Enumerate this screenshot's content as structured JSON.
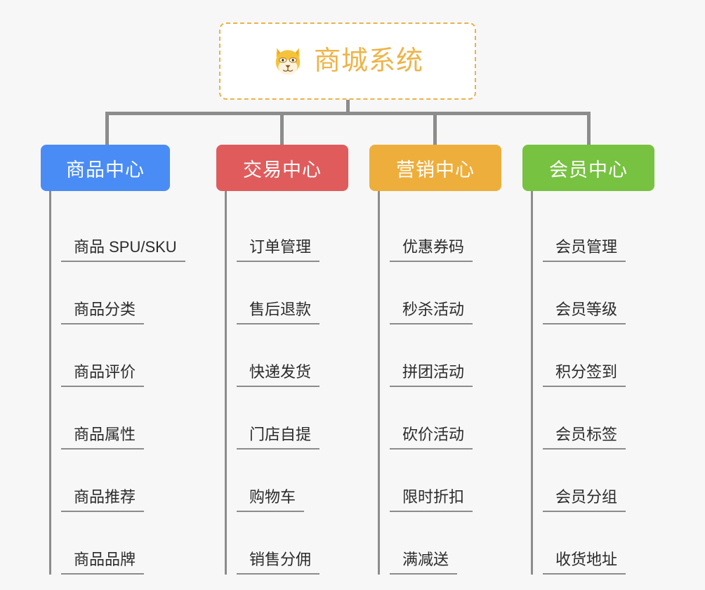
{
  "page": {
    "background_color": "#f7f7f7",
    "diagram_type": "mindmap-org-chart"
  },
  "root": {
    "title": "商城系统",
    "icon": "shiba-dog-face-icon",
    "text_color": "#eeb449",
    "border_color": "#edb14a",
    "background_color": "#ffffff"
  },
  "connector": {
    "color": "#8c8c8c"
  },
  "columns": [
    {
      "id": "product-center",
      "label": "商品中心",
      "color": "#4a8cf5",
      "items": [
        "商品 SPU/SKU",
        "商品分类",
        "商品评价",
        "商品属性",
        "商品推荐",
        "商品品牌"
      ]
    },
    {
      "id": "trade-center",
      "label": "交易中心",
      "color": "#e05c5c",
      "items": [
        "订单管理",
        "售后退款",
        "快递发货",
        "门店自提",
        "购物车",
        "销售分佣"
      ]
    },
    {
      "id": "marketing-center",
      "label": "营销中心",
      "color": "#eeae3c",
      "items": [
        "优惠券码",
        "秒杀活动",
        "拼团活动",
        "砍价活动",
        "限时折扣",
        "满减送"
      ]
    },
    {
      "id": "member-center",
      "label": "会员中心",
      "color": "#77c241",
      "items": [
        "会员管理",
        "会员等级",
        "积分签到",
        "会员标签",
        "会员分组",
        "收货地址"
      ]
    }
  ]
}
